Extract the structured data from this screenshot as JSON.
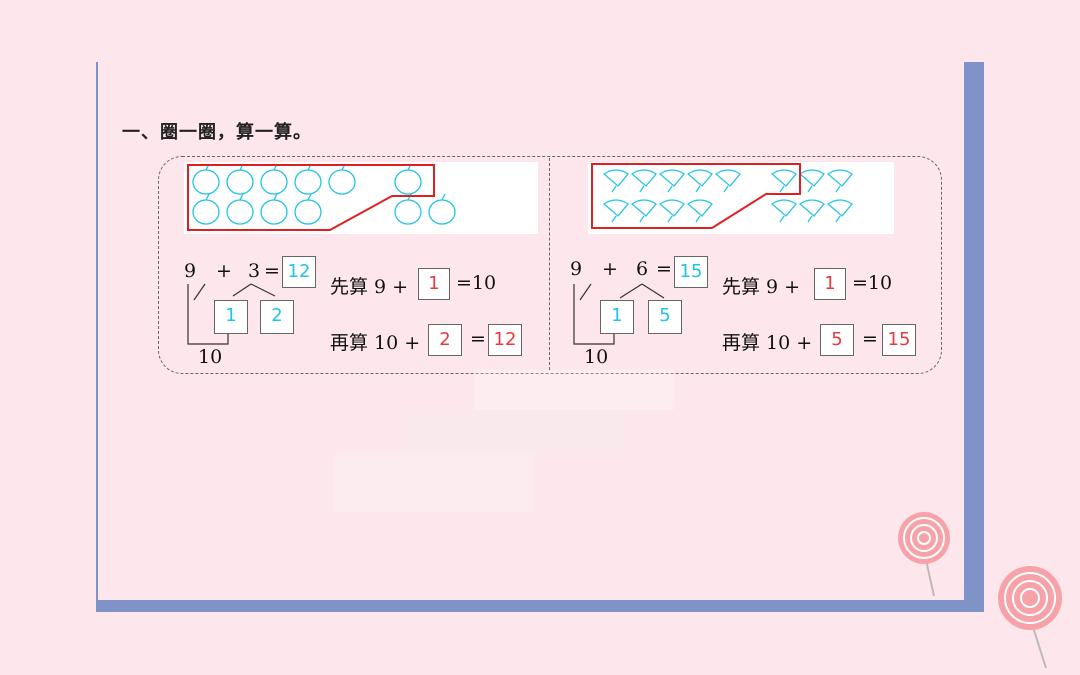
{
  "title": "一、圈一圈，算一算。",
  "left": {
    "row1_num1": "9",
    "row1_op": "+",
    "row1_num2": "3",
    "row1_eq": "=",
    "result": "12",
    "split_a": "1",
    "split_b": "2",
    "ten": "10",
    "step1_text": "先算 9 +",
    "step1_box": "1",
    "step1_tail": "=10",
    "step2_text": "再算 10 +",
    "step2_box": "2",
    "step2_eq": "=",
    "step2_result": "12"
  },
  "right": {
    "row1_num1": "9",
    "row1_op": "+",
    "row1_num2": "6",
    "row1_eq": "=",
    "result": "15",
    "split_a": "1",
    "split_b": "5",
    "ten": "10",
    "step1_text": "先算 9  +",
    "step1_box": "1",
    "step1_tail": "=10",
    "step2_text": "再算 10 +",
    "step2_box": "5",
    "step2_eq": "=",
    "step2_result": "15"
  },
  "colors": {
    "answer_blue": "#22c4e6",
    "answer_red": "#e83a3a",
    "circle_red": "#e02020",
    "frame_blue": "#7f93c9"
  },
  "icons": {
    "left_picture": "apple-icon",
    "right_picture": "ginkgo-leaf-icon",
    "decoration": "lollipop-icon"
  }
}
